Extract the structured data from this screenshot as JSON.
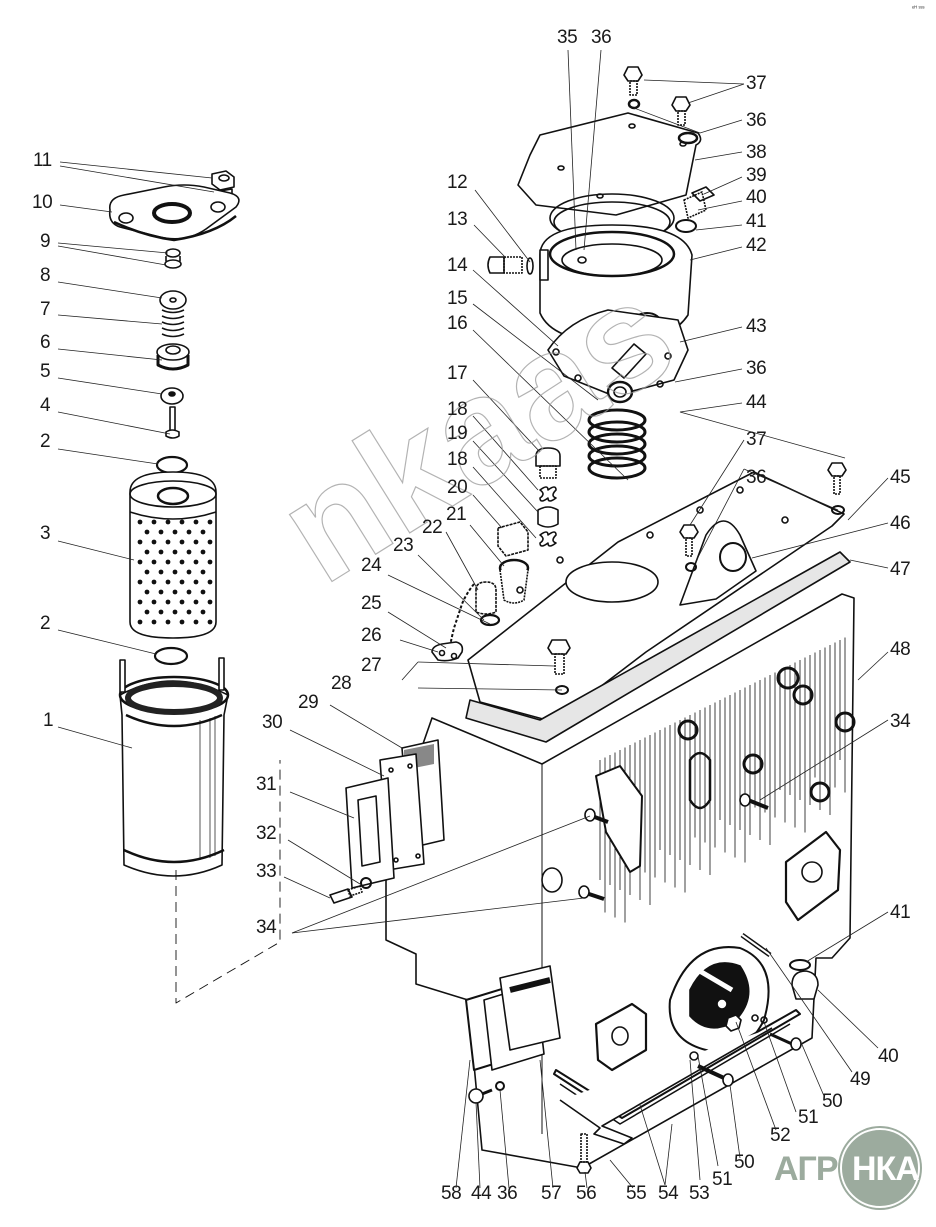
{
  "diagram": {
    "type": "exploded-parts-diagram",
    "subject": "Oil filter and crankcase housing assembly",
    "corner_mark": "ᵉᴴ ˢˢˢ",
    "watermark": "nkaas",
    "logo": {
      "left_text": "АГРО",
      "circle_text": "НКА",
      "color": "#9cab9e"
    },
    "callouts": [
      {
        "id": "c35a",
        "text": "35"
      },
      {
        "id": "c36a",
        "text": "36"
      },
      {
        "id": "c37a",
        "text": "37"
      },
      {
        "id": "c36b",
        "text": "36"
      },
      {
        "id": "c38",
        "text": "38"
      },
      {
        "id": "c39",
        "text": "39"
      },
      {
        "id": "c40a",
        "text": "40"
      },
      {
        "id": "c41a",
        "text": "41"
      },
      {
        "id": "c42",
        "text": "42"
      },
      {
        "id": "c43",
        "text": "43"
      },
      {
        "id": "c36c",
        "text": "36"
      },
      {
        "id": "c44a",
        "text": "44"
      },
      {
        "id": "c37b",
        "text": "37"
      },
      {
        "id": "c36d",
        "text": "36"
      },
      {
        "id": "c45",
        "text": "45"
      },
      {
        "id": "c46",
        "text": "46"
      },
      {
        "id": "c47",
        "text": "47"
      },
      {
        "id": "c48",
        "text": "48"
      },
      {
        "id": "c34a",
        "text": "34"
      },
      {
        "id": "c41b",
        "text": "41"
      },
      {
        "id": "c40b",
        "text": "40"
      },
      {
        "id": "c49",
        "text": "49"
      },
      {
        "id": "c50a",
        "text": "50"
      },
      {
        "id": "c51a",
        "text": "51"
      },
      {
        "id": "c52",
        "text": "52"
      },
      {
        "id": "c50b",
        "text": "50"
      },
      {
        "id": "c51b",
        "text": "51"
      },
      {
        "id": "c53",
        "text": "53"
      },
      {
        "id": "c54",
        "text": "54"
      },
      {
        "id": "c55",
        "text": "55"
      },
      {
        "id": "c56",
        "text": "56"
      },
      {
        "id": "c57",
        "text": "57"
      },
      {
        "id": "c36e",
        "text": "36"
      },
      {
        "id": "c44b",
        "text": "44"
      },
      {
        "id": "c58",
        "text": "58"
      },
      {
        "id": "c11",
        "text": "11"
      },
      {
        "id": "c10",
        "text": "10"
      },
      {
        "id": "c9",
        "text": "9"
      },
      {
        "id": "c8",
        "text": "8"
      },
      {
        "id": "c7",
        "text": "7"
      },
      {
        "id": "c6",
        "text": "6"
      },
      {
        "id": "c5",
        "text": "5"
      },
      {
        "id": "c4",
        "text": "4"
      },
      {
        "id": "c2a",
        "text": "2"
      },
      {
        "id": "c3",
        "text": "3"
      },
      {
        "id": "c2b",
        "text": "2"
      },
      {
        "id": "c1",
        "text": "1"
      },
      {
        "id": "c12",
        "text": "12"
      },
      {
        "id": "c13",
        "text": "13"
      },
      {
        "id": "c14",
        "text": "14"
      },
      {
        "id": "c15",
        "text": "15"
      },
      {
        "id": "c16",
        "text": "16"
      },
      {
        "id": "c17",
        "text": "17"
      },
      {
        "id": "c18a",
        "text": "18"
      },
      {
        "id": "c19",
        "text": "19"
      },
      {
        "id": "c18b",
        "text": "18"
      },
      {
        "id": "c20",
        "text": "20"
      },
      {
        "id": "c21",
        "text": "21"
      },
      {
        "id": "c22",
        "text": "22"
      },
      {
        "id": "c23",
        "text": "23"
      },
      {
        "id": "c24",
        "text": "24"
      },
      {
        "id": "c25",
        "text": "25"
      },
      {
        "id": "c26",
        "text": "26"
      },
      {
        "id": "c27",
        "text": "27"
      },
      {
        "id": "c28",
        "text": "28"
      },
      {
        "id": "c29",
        "text": "29"
      },
      {
        "id": "c30",
        "text": "30"
      },
      {
        "id": "c31",
        "text": "31"
      },
      {
        "id": "c32",
        "text": "32"
      },
      {
        "id": "c33",
        "text": "33"
      },
      {
        "id": "c34b",
        "text": "34"
      }
    ]
  }
}
